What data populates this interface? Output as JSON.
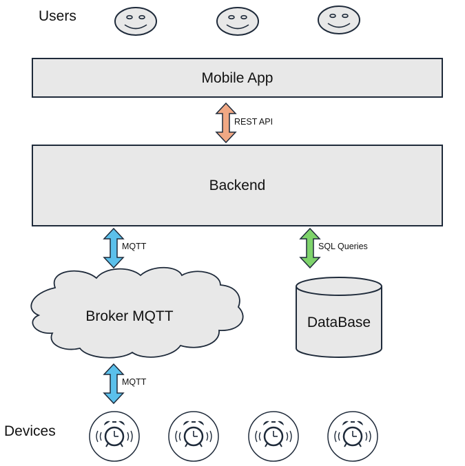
{
  "users_label": "Users",
  "devices_label": "Devices",
  "mobile_app": {
    "label": "Mobile App"
  },
  "backend": {
    "label": "Backend"
  },
  "broker": {
    "label": "Broker MQTT"
  },
  "database": {
    "label": "DataBase"
  },
  "connections": {
    "app_backend": "REST API",
    "backend_broker": "MQTT",
    "backend_db": "SQL Queries",
    "broker_devices": "MQTT"
  },
  "users": [
    {
      "icon": "smiley-face-icon"
    },
    {
      "icon": "smiley-face-icon"
    },
    {
      "icon": "smiley-face-icon"
    }
  ],
  "devices": [
    {
      "icon": "alarm-clock-icon"
    },
    {
      "icon": "alarm-clock-icon"
    },
    {
      "icon": "alarm-clock-icon"
    },
    {
      "icon": "alarm-clock-icon"
    }
  ],
  "colors": {
    "box_fill": "#e8e8e8",
    "stroke": "#1e2a3a",
    "rest_arrow": "#f0a884",
    "mqtt_arrow": "#5bc0eb",
    "sql_arrow": "#7ed36b"
  }
}
